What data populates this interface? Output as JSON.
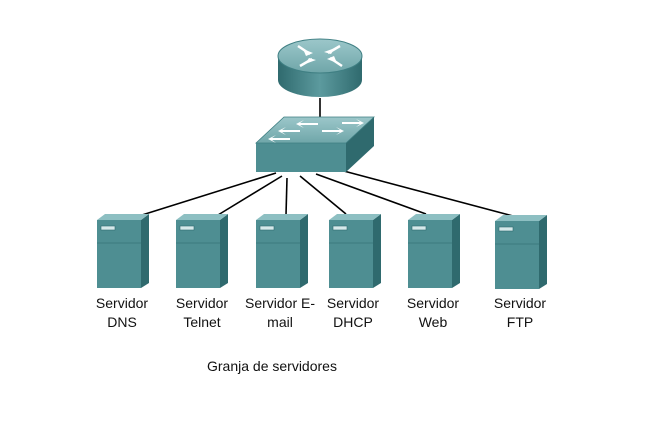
{
  "caption": "Granja de servidores",
  "colors": {
    "device_top": "#7fb3b6",
    "device_front": "#4e8e92",
    "device_side": "#2f6a6e",
    "link": "#000000"
  },
  "icons": {
    "router": "router-icon",
    "switch": "switch-icon",
    "server": "server-icon"
  },
  "servers": [
    {
      "line1": "Servidor",
      "line2": "DNS"
    },
    {
      "line1": "Servidor",
      "line2": "Telnet"
    },
    {
      "line1": "Servidor E-",
      "line2": "mail"
    },
    {
      "line1": "Servidor",
      "line2": "DHCP"
    },
    {
      "line1": "Servidor",
      "line2": "Web"
    },
    {
      "line1": "Servidor",
      "line2": "FTP"
    }
  ]
}
